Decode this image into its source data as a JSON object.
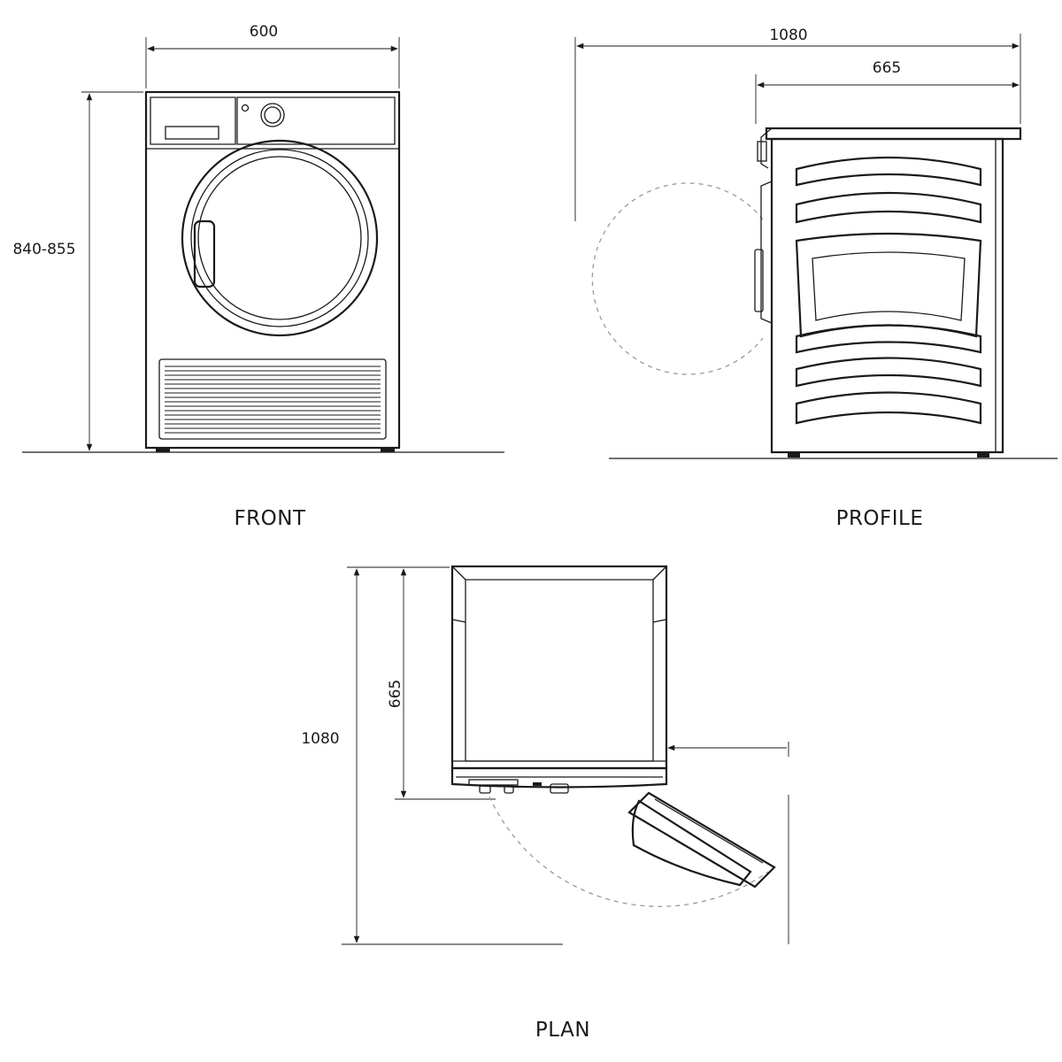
{
  "front": {
    "label": "FRONT",
    "width_dim": "600",
    "height_dim": "840-855"
  },
  "profile": {
    "label": "PROFILE",
    "total_depth_dim": "1080",
    "body_depth_dim": "665"
  },
  "plan": {
    "label": "PLAN",
    "total_depth_dim": "1080",
    "body_depth_dim": "665"
  },
  "colors": {
    "line": "#1a1a1a",
    "door_swing": "#9a9a9a",
    "background": "#ffffff"
  }
}
